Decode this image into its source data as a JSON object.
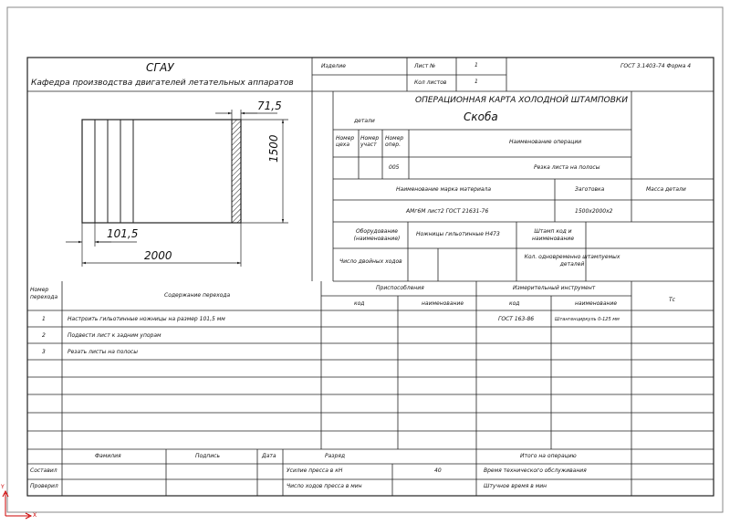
{
  "header": {
    "org": "СГАУ",
    "department": "Кафедра производства двигателей летательных аппаратов",
    "izdelie_label": "Изделие",
    "list_label": "Лист №",
    "list_value": "1",
    "kol_listov_label": "Кол листов",
    "kol_listov_value": "1",
    "gost_form": "ГОСТ 3.1403-74 Форма 4"
  },
  "card": {
    "title": "ОПЕРАЦИОННАЯ КАРТА ХОЛОДНОЙ ШТАМПОВКИ",
    "detail_label": "детали",
    "detail_name": "Скоба",
    "shop_no_label": "Номер цеха",
    "section_no_label": "Номер участ",
    "op_no_label": "Номер опер.",
    "op_name_label": "Наименование операции",
    "op_no": "005",
    "op_name": "Резка листа на полосы",
    "material_label": "Наименование марка материала",
    "zagotovka_label": "Заготовка",
    "mass_label": "Масса детали",
    "material": "АМг6М лист2 ГОСТ 21631-76",
    "zagotovka": "1500х2000х2",
    "equipment_label": "Оборудование (наименование)",
    "equipment": "Ножницы гильотинные Н473",
    "shtamp_label": "Штамп код и наименование",
    "double_strokes_label": "Число двойных ходов",
    "details_per_stamp_label": "Кол. одновременно штампуемых деталей"
  },
  "drawing": {
    "dim_top": "71,5",
    "dim_right": "1500",
    "dim_strip": "101,5",
    "dim_width": "2000"
  },
  "transitions": {
    "num_label": "Номер перехода",
    "content_label": "Содержание перехода",
    "fixtures_label": "Приспособления",
    "measuring_label": "Измерительный инструмент",
    "code_label": "код",
    "name_label": "наименование",
    "tc_label": "Тс",
    "rows": [
      {
        "num": "1",
        "text": "Настроить гильотинные ножницы на размер 101,5 мм",
        "mcode": "ГОСТ 163-86",
        "mname": "Штангенциркуль 0-125 мм"
      },
      {
        "num": "2",
        "text": "Подвести лист к задним упорам",
        "mcode": "",
        "mname": ""
      },
      {
        "num": "3",
        "text": "Резать листы на полосы",
        "mcode": "",
        "mname": ""
      }
    ]
  },
  "footer": {
    "surname_label": "Фамилия",
    "signature_label": "Подпись",
    "date_label": "Дата",
    "razryad_label": "Разряд",
    "sostavil_label": "Составил",
    "proveril_label": "Проверил",
    "press_force_label": "Усилие пресса в кН",
    "press_force_value": "40",
    "strokes_label": "Число ходов пресса в мин",
    "total_label": "Итого на операцию",
    "service_time_label": "Время технического обслуживания",
    "piece_time_label": "Штучное время в мин"
  },
  "axes": {
    "x": "X",
    "y": "Y"
  },
  "colors": {
    "line": "#222222",
    "axis": "#cc0000",
    "background": "#ffffff"
  }
}
